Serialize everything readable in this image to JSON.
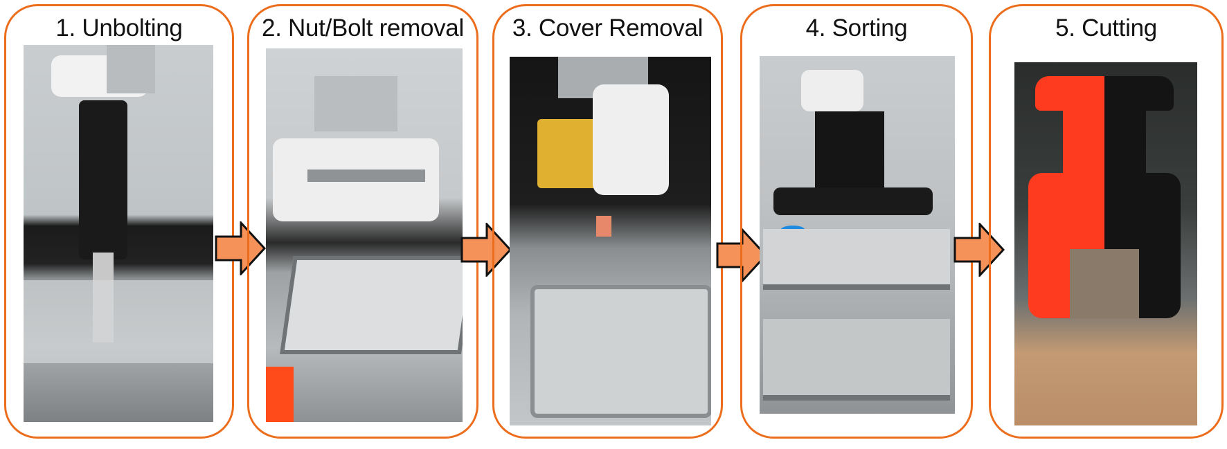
{
  "steps": [
    {
      "label": "1. Unbolting"
    },
    {
      "label": "2. Nut/Bolt removal"
    },
    {
      "label": "3. Cover Removal"
    },
    {
      "label": "4. Sorting"
    },
    {
      "label": "5. Cutting"
    }
  ],
  "colors": {
    "border": "#ec6d1c",
    "arrow_fill": "#f5925a",
    "arrow_stroke": "#111111"
  }
}
